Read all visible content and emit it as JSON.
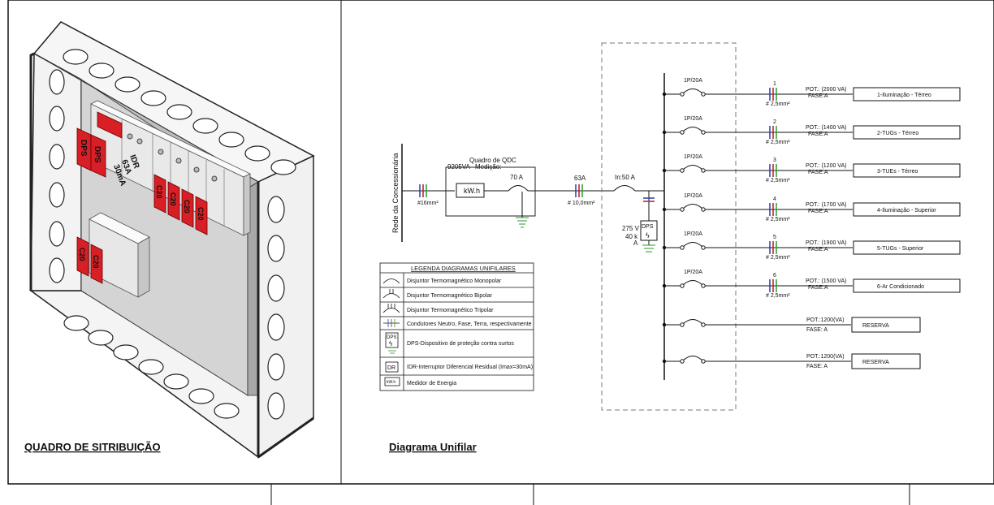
{
  "left_panel": {
    "title": "QUADRO DE SITRIBUIÇÃO",
    "breakers": {
      "dps": [
        "DPS",
        "DPS"
      ],
      "idr": [
        "IDR",
        "63A",
        "30mA"
      ],
      "main_row": [
        "C20",
        "C20",
        "C20",
        "C20"
      ],
      "lower": [
        "C20",
        "C20"
      ]
    }
  },
  "right_panel": {
    "title": "Diagrama Unifilar",
    "source_label": "Rede da Concessionária",
    "input_cable": "#16mm²",
    "qdc_title": "Quadro de QDC",
    "qdc_power": "9205VA",
    "qdc_measurement": "Medição:",
    "meter_label": "kW.h",
    "main_breaker": "70 A",
    "feeder_breaker": "63A",
    "feeder_cable": "# 10,0mm²",
    "idr_label": "In:50 A",
    "dps_box": "DPS",
    "dps_voltage": "275 V",
    "dps_current": "40 k",
    "dps_unit": "A",
    "circuits": [
      {
        "num": "1",
        "breaker": "1P/20A",
        "cable": "# 2,5mm²",
        "pot": "POT.: (2000 VA)",
        "fase": "FASE:A",
        "name": "1-Iluminação - Térreo"
      },
      {
        "num": "2",
        "breaker": "1P/20A",
        "cable": "# 2,5mm²",
        "pot": "POT.: (1400 VA)",
        "fase": "FASE:A",
        "name": "2-TUGs - Térreo"
      },
      {
        "num": "3",
        "breaker": "1P/20A",
        "cable": "# 2,5mm²",
        "pot": "POT.: (1200 VA)",
        "fase": "FASE:A",
        "name": "3-TUEs - Térreo"
      },
      {
        "num": "4",
        "breaker": "1P/20A",
        "cable": "# 2,5mm²",
        "pot": "POT.: (1700 VA)",
        "fase": "FASE:A",
        "name": "4-Iluminação - Superior"
      },
      {
        "num": "5",
        "breaker": "1P/20A",
        "cable": "# 2,5mm²",
        "pot": "POT.: (1900 VA)",
        "fase": "FASE:A",
        "name": "5-TUGs - Superior"
      },
      {
        "num": "6",
        "breaker": "1P/20A",
        "cable": "# 2,5mm²",
        "pot": "POT.: (1500 VA)",
        "fase": "FASE:A",
        "name": "6-Ar Condicionado"
      }
    ],
    "reserves": [
      {
        "pot": "POT.:1200(VA)",
        "fase": "FASE: A",
        "name": "RESERVA"
      },
      {
        "pot": "POT.:1200(VA)",
        "fase": "FASE: A",
        "name": "RESERVA"
      }
    ],
    "legend": {
      "title": "LEGENDA DIAGRAMAS UNIFILARES",
      "items": [
        "Disjuntor Termomagnético Monopolar",
        "Disjuntor Termomagnético Bipolar",
        "Disjuntor Termomagnético Tripolar",
        "Condutores Neutro, Fase, Terra, respectivamente",
        "DPS-Dispositivo de proteção contra surtos",
        "IDR-Interruptor Diferencial Residual (Imax=30mA)",
        "Medidor de Energia"
      ],
      "dps_symbol": "DPS",
      "idr_symbol": "DR",
      "meter_symbol": "kW.h"
    }
  },
  "colors": {
    "neutral": "#1f3fb8",
    "phase": "#c01818",
    "ground": "#2a9a2a",
    "breaker_red": "#d81f26"
  }
}
